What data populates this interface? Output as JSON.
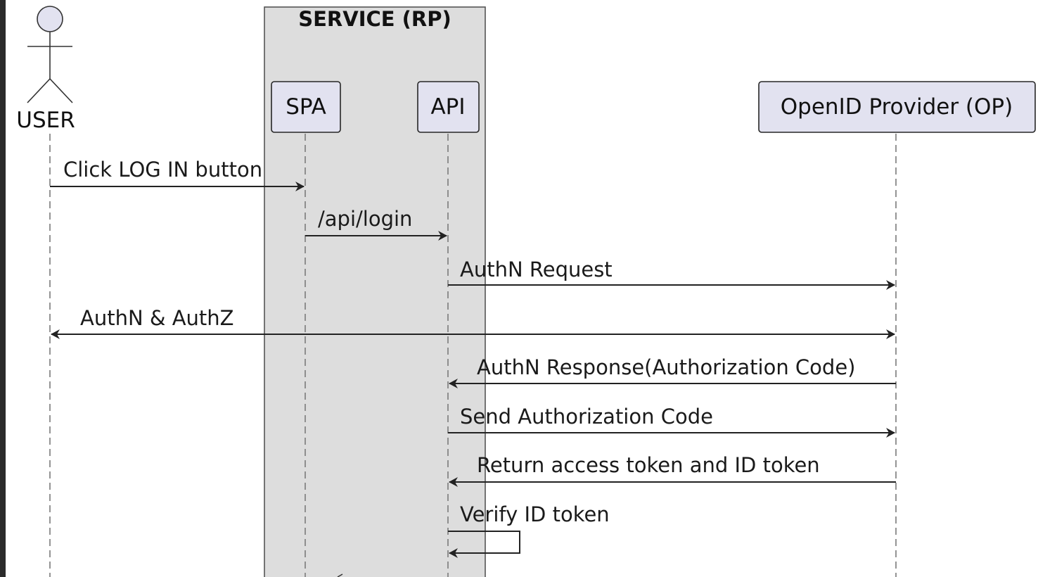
{
  "diagram": {
    "group": {
      "title": "SERVICE (RP)"
    },
    "actor": {
      "name": "USER"
    },
    "participants": {
      "spa": "SPA",
      "api": "API",
      "op": "OpenID Provider (OP)"
    },
    "messages": [
      {
        "from": "USER",
        "to": "SPA",
        "label": "Click LOG IN button"
      },
      {
        "from": "SPA",
        "to": "API",
        "label": "/api/login"
      },
      {
        "from": "API",
        "to": "OpenID Provider (OP)",
        "label": "AuthN Request"
      },
      {
        "from": "USER",
        "to": "OpenID Provider (OP)",
        "label": "AuthN & AuthZ",
        "bidirectional": true
      },
      {
        "from": "OpenID Provider (OP)",
        "to": "API",
        "label": "AuthN Response(Authorization Code)"
      },
      {
        "from": "API",
        "to": "OpenID Provider (OP)",
        "label": "Send Authorization Code"
      },
      {
        "from": "OpenID Provider (OP)",
        "to": "API",
        "label": "Return access token and ID token"
      },
      {
        "from": "API",
        "to": "API",
        "label": "Verify ID token",
        "self": true
      }
    ],
    "colors": {
      "participant_fill": "#e2e2f0",
      "group_fill": "#dddddd",
      "arrow": "#222222"
    }
  }
}
